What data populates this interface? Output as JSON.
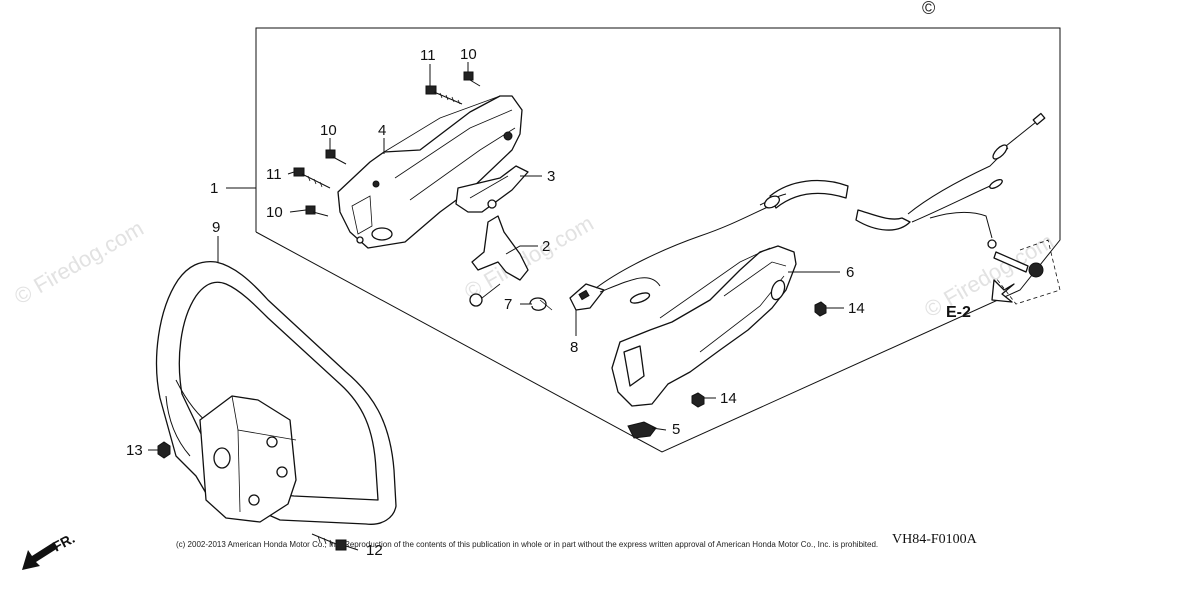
{
  "watermarks": [
    "© Firedog.com",
    "© Firedog.com",
    "© Firedog.com"
  ],
  "top_symbol": "©",
  "callouts": {
    "c1": "1",
    "c2": "2",
    "c3": "3",
    "c4": "4",
    "c5": "5",
    "c6": "6",
    "c7": "7",
    "c8": "8",
    "c9": "9",
    "c10a": "10",
    "c10b": "10",
    "c10c": "10",
    "c11a": "11",
    "c11b": "11",
    "c12": "12",
    "c13": "13",
    "c14a": "14",
    "c14b": "14"
  },
  "ref_label": "E-2",
  "front_label": "FR.",
  "diagram_code": "VH84-F0100A",
  "copyright": "(c) 2002-2013 American Honda Motor Co., Inc. Reproduction of the contents of this publication in whole or in part without the express written approval of American Honda Motor Co., Inc. is prohibited."
}
